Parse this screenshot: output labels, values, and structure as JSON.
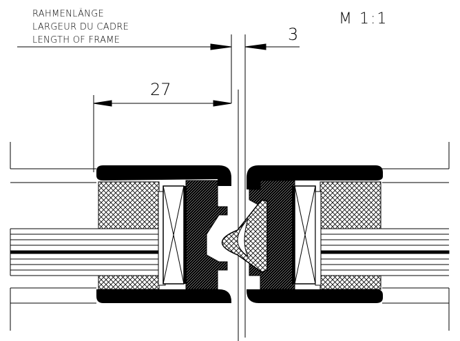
{
  "labels": {
    "line1": "RAHMENLÄNGE",
    "line2": "LARGEUR DU CADRE",
    "line3": "LENGTH OF FRAME"
  },
  "scale": "M 1:1",
  "dimensions": {
    "gap": "3",
    "frame_depth": "27"
  }
}
